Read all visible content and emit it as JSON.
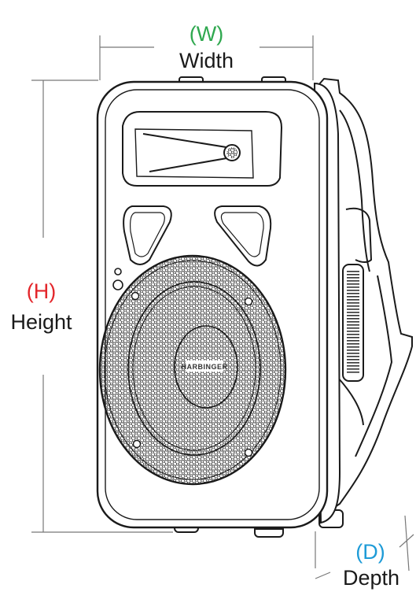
{
  "dimensions": {
    "width": {
      "code": "(W)",
      "label": "Width"
    },
    "height": {
      "code": "(H)",
      "label": "Height"
    },
    "depth": {
      "code": "(D)",
      "label": "Depth"
    }
  },
  "logo_text": "HARBINGER",
  "colors": {
    "width": "#2fa84f",
    "height": "#e3262b",
    "depth": "#1e9bd7",
    "line": "#1a1a1a",
    "dim_line": "#777777"
  }
}
